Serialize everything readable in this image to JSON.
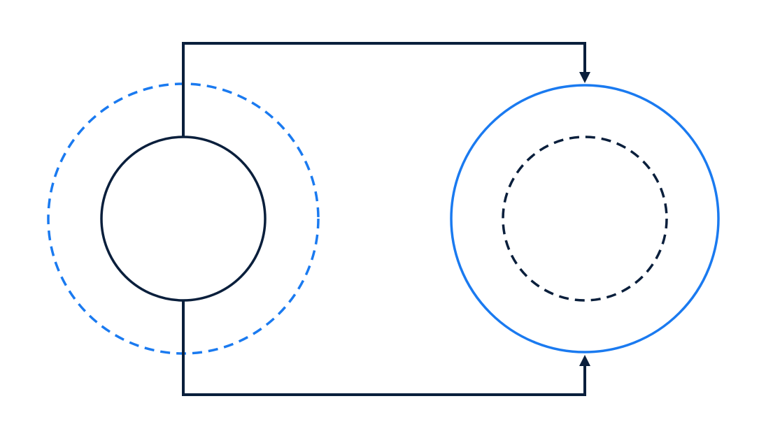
{
  "diagram": {
    "colors": {
      "navy": "#0a1f3c",
      "blue": "#1a7af0",
      "background": "#ffffff"
    },
    "shapes": [
      {
        "id": "left-outer-dashed-circle",
        "style": "dashed",
        "color": "blue"
      },
      {
        "id": "left-inner-solid-circle",
        "style": "solid",
        "color": "navy"
      },
      {
        "id": "right-outer-solid-circle",
        "style": "solid",
        "color": "blue"
      },
      {
        "id": "right-inner-dashed-circle",
        "style": "dashed",
        "color": "navy"
      }
    ],
    "connectors": [
      {
        "id": "top-connector",
        "from": "left-inner-solid-circle",
        "to": "right-outer-solid-circle",
        "arrow": "end"
      },
      {
        "id": "bottom-connector",
        "from": "left-inner-solid-circle",
        "to": "right-outer-solid-circle",
        "arrow": "end"
      }
    ]
  }
}
